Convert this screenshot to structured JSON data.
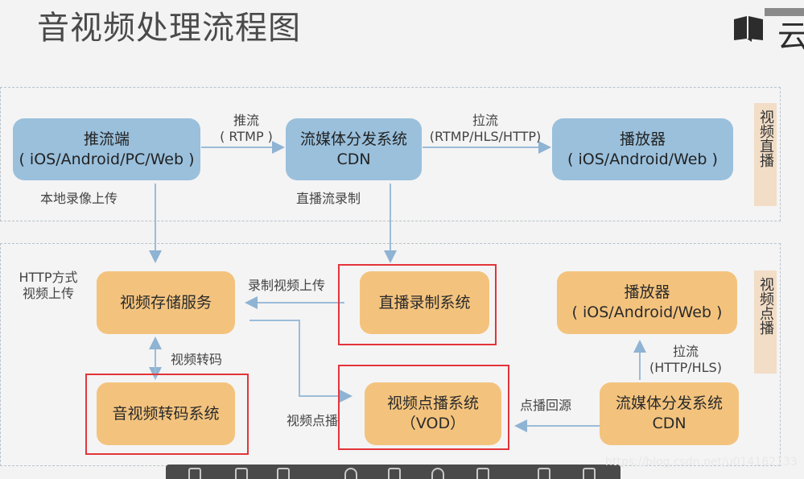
{
  "title": "音视频处理流程图",
  "logo_text": "云",
  "sections": {
    "live": "视频直播",
    "vod": "视频点播"
  },
  "nodes": {
    "pusher": {
      "line1": "推流端",
      "line2": "( iOS/Android/PC/Web )"
    },
    "cdn_live": {
      "line1": "流媒体分发系统",
      "line2": "CDN"
    },
    "player_live": {
      "line1": "播放器",
      "line2": "( iOS/Android/Web )"
    },
    "storage": {
      "line1": "视频存储服务"
    },
    "live_record": {
      "line1": "直播录制系统"
    },
    "player_vod": {
      "line1": "播放器",
      "line2": "( iOS/Android/Web )"
    },
    "transcode": {
      "line1": "音视频转码系统"
    },
    "vod_system": {
      "line1": "视频点播系统",
      "line2": "（VOD）"
    },
    "cdn_vod": {
      "line1": "流媒体分发系统",
      "line2": "CDN"
    }
  },
  "edge_labels": {
    "push": "推流",
    "push_proto": "( RTMP )",
    "pull": "拉流",
    "pull_proto": "(RTMP/HLS/HTTP)",
    "local_upload": "本地录像上传",
    "live_record": "直播流录制",
    "http_upload_1": "HTTP方式",
    "http_upload_2": "视频上传",
    "record_upload": "录制视频上传",
    "transcode": "视频转码",
    "vod_play": "视频点播",
    "vod_back": "点播回源",
    "pull_vod": "拉流",
    "pull_vod_proto": "(HTTP/HLS)"
  },
  "watermark": "https://blog.csdn.net/u014162133",
  "colors": {
    "blue_node": "#9ac0dc",
    "orange_node": "#f3c37e",
    "highlight": "#e3343a",
    "side_label": "#f2ddc6"
  }
}
